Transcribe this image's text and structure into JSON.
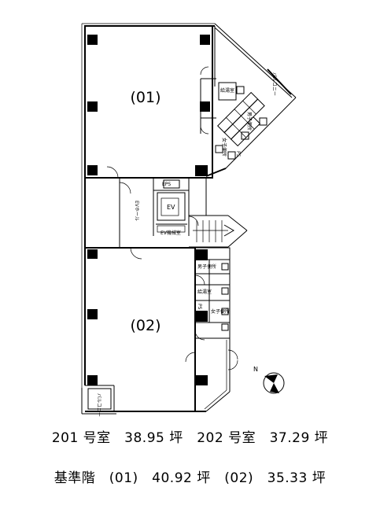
{
  "plan": {
    "units": [
      {
        "id": "unit-01",
        "label": "(01)"
      },
      {
        "id": "unit-02",
        "label": "(02)"
      }
    ],
    "rooms": {
      "ev_hall": "EVホール",
      "ev": "EV",
      "balcony_north": "バルコニー",
      "balcony_south": "バルコニー",
      "pantry_north": "給湯室",
      "pantry_south": "給湯室",
      "mens_wc_north": "男子便所",
      "womens_wc_north": "女子便所",
      "mens_wc_south": "男子便所",
      "womens_wc_south": "女子便所",
      "ps_north": "PS",
      "ps_south": "PS",
      "eps": "EPS",
      "ev_machine": "EV機械室"
    },
    "compass_icon": "north-arrow-icon",
    "compass_letter": "N"
  },
  "summary": {
    "line1": "201 号室　38.95 坪　202 号室　37.29 坪",
    "line2": "基準階　(01)　40.92 坪　(02)　35.33 坪"
  }
}
